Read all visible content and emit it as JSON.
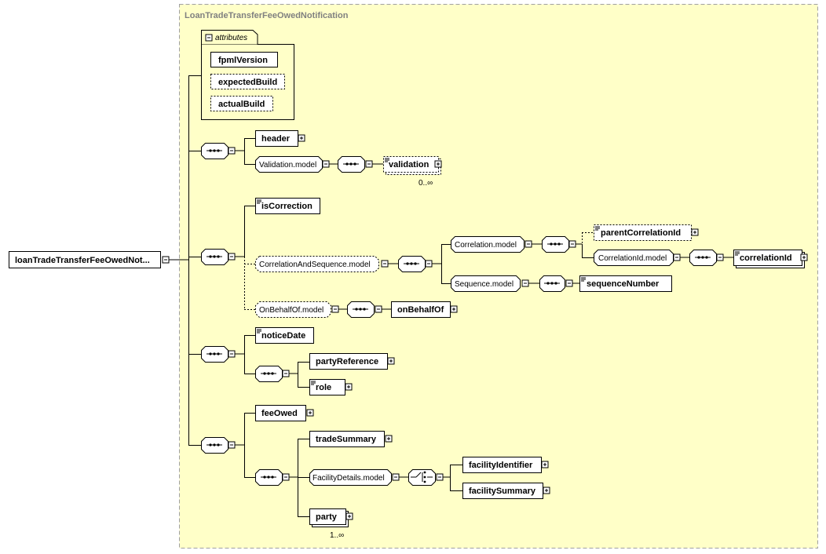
{
  "root": {
    "label": "loanTradeTransferFeeOwedNot..."
  },
  "complex_type": {
    "title": "LoanTradeTransferFeeOwedNotification"
  },
  "attributes": {
    "header": "attributes",
    "items": [
      "fpmlVersion",
      "expectedBuild",
      "actualBuild"
    ]
  },
  "groups": {
    "header": "header",
    "validation_model": "Validation.model",
    "validation": "validation",
    "validation_card": "0..∞",
    "is_correction": "isCorrection",
    "correlation_and_sequence_model": "CorrelationAndSequence.model",
    "correlation_model": "Correlation.model",
    "parent_correlation_id": "parentCorrelationId",
    "correlation_id_model": "CorrelationId.model",
    "correlation_id": "correlationId",
    "sequence_model": "Sequence.model",
    "sequence_number": "sequenceNumber",
    "on_behalf_of_model": "OnBehalfOf.model",
    "on_behalf_of": "onBehalfOf",
    "notice_date": "noticeDate",
    "party_reference": "partyReference",
    "role": "role",
    "fee_owed": "feeOwed",
    "trade_summary": "tradeSummary",
    "facility_details_model": "FacilityDetails.model",
    "facility_identifier": "facilityIdentifier",
    "facility_summary": "facilitySummary",
    "party": "party",
    "party_card": "1..∞"
  },
  "colors": {
    "container_bg": "#ffffc8",
    "container_border": "#a0a0a0",
    "title_text": "#808080",
    "node_fill": "#ffffff",
    "line": "#000000"
  }
}
